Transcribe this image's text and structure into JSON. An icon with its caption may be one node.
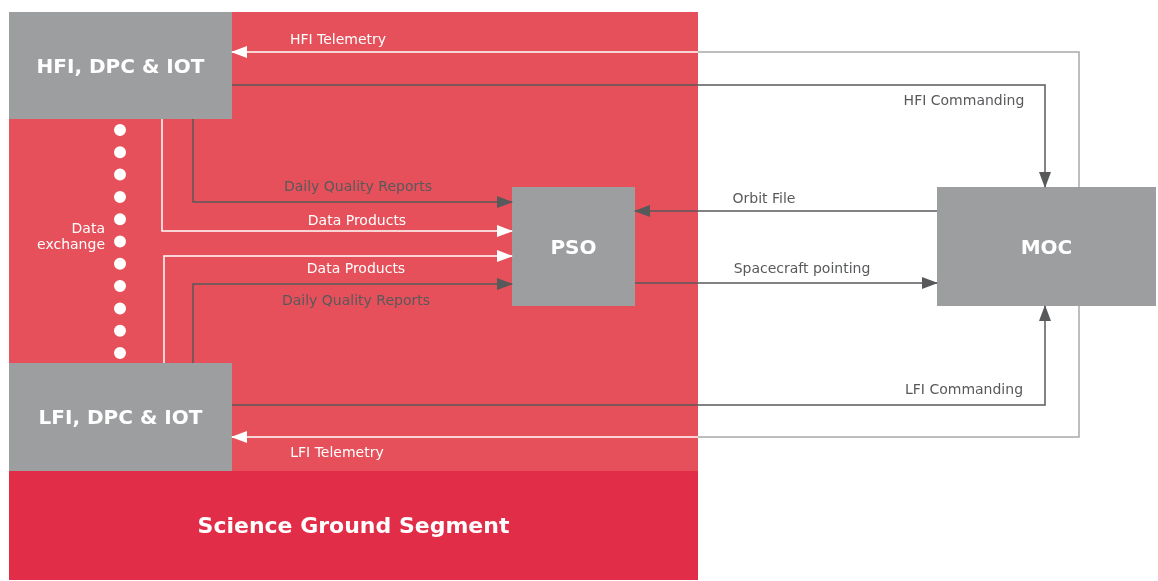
{
  "diagram": {
    "nodes": [
      {
        "text": [
          "Science Ground Segment"
        ]
      },
      {
        "text": [
          "HFI, DPC & IOT"
        ],
        "in": 0
      },
      {
        "text": [
          "PSO"
        ],
        "in": 0
      },
      {
        "text": [
          "LFI, DPC & IOT"
        ],
        "in": 0
      },
      {
        "text": [
          "MOC"
        ]
      }
    ],
    "edges": [
      {
        "from": 4,
        "to": 1,
        "arrow": "to",
        "label": "HFI Telemetry",
        "color": "#ffffff"
      },
      {
        "from": 1,
        "to": 4,
        "arrow": "to",
        "label": "HFI Commanding"
      },
      {
        "from": 1,
        "to": 2,
        "arrow": "to",
        "label": "Daily Quality Reports"
      },
      {
        "from": 1,
        "to": 2,
        "arrow": "to",
        "label": "Data Products",
        "color": "#ffffff"
      },
      {
        "from": 3,
        "to": 2,
        "arrow": "to",
        "label": "Data Products",
        "color": "#ffffff"
      },
      {
        "from": 3,
        "to": 2,
        "arrow": "to",
        "label": "Daily Quality Reports"
      },
      {
        "from": 4,
        "to": 2,
        "arrow": "to",
        "label": "Orbit File"
      },
      {
        "from": 2,
        "to": 4,
        "arrow": "to",
        "label": "Spacecraft pointing"
      },
      {
        "from": 3,
        "to": 4,
        "arrow": "to",
        "label": "LFI Commanding"
      },
      {
        "from": 4,
        "to": 3,
        "arrow": "to",
        "label": "LFI Telemetry",
        "color": "#ffffff"
      },
      {
        "from": 1,
        "to": 3,
        "arrow": "none",
        "label": "Data exchange",
        "style": "dashed",
        "color": "#ffffff"
      }
    ]
  }
}
